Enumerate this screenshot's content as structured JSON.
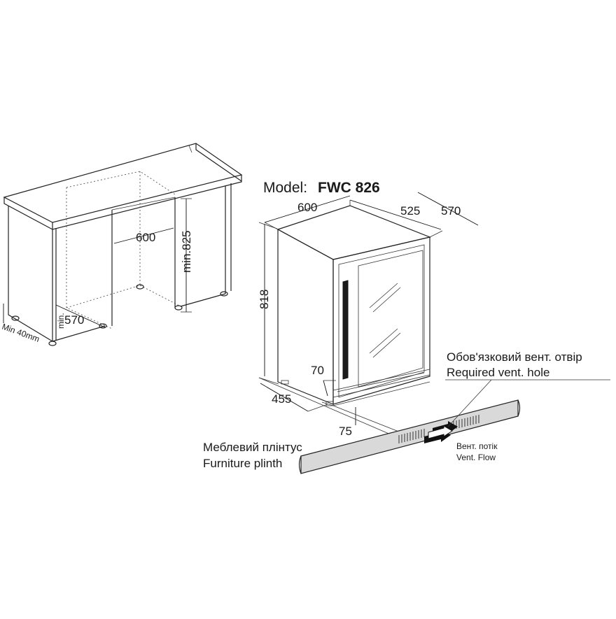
{
  "model": {
    "prefix": "Model:",
    "name": "FWC 826"
  },
  "cabinet": {
    "width_label": "600",
    "height_label": "min.825",
    "depth_label": "570",
    "depth_min_label": "min.",
    "plinth_gap_label": "Min 40mm"
  },
  "fridge": {
    "width_label": "600",
    "depth_label": "525",
    "depth_door_label": "570",
    "height_label": "818",
    "bottom_depth_label": "455",
    "vent_offset_label": "70",
    "plinth_height_label": "75"
  },
  "vent_hole": {
    "label_ua": "Обов'язковий вент. отвір",
    "label_en": "Required vent. hole"
  },
  "vent_flow": {
    "label_ua": "Вент. потік",
    "label_en": "Vent. Flow"
  },
  "plinth": {
    "label_ua": "Меблевий плінтус",
    "label_en": "Furniture plinth"
  },
  "colors": {
    "line": "#222222",
    "plinth_fill": "#d9d9d9",
    "glass": "#ffffff"
  }
}
